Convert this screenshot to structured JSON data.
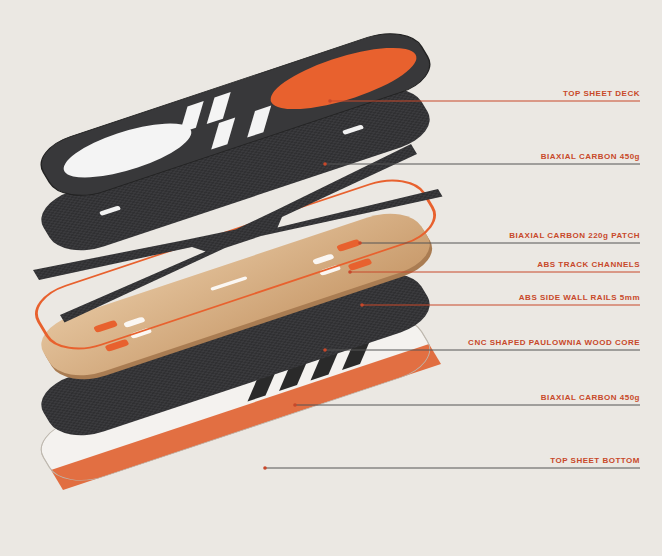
{
  "diagram": {
    "labels": [
      "TOP SHEET DECK",
      "BIAXIAL CARBON 450g",
      "BIAXIAL CARBON 220g PATCH",
      "ABS TRACK CHANNELS",
      "ABS SIDE WALL RAILS 5mm",
      "CNC SHAPED PAULOWNIA WOOD CORE",
      "BIAXIAL CARBON 450g",
      "TOP SHEET BOTTOM"
    ]
  }
}
